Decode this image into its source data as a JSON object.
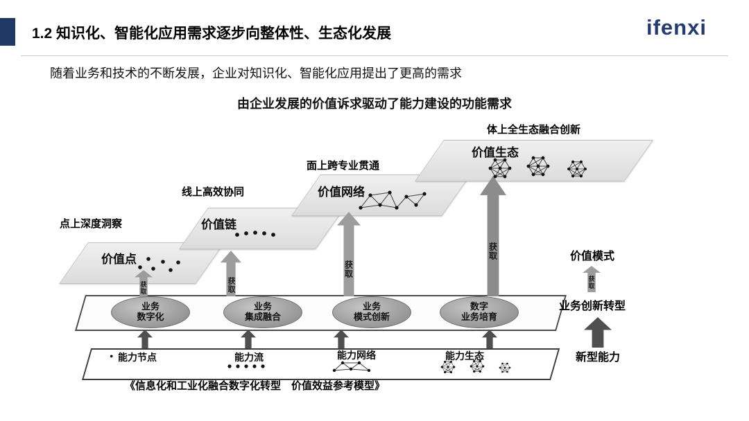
{
  "slide": {
    "title": "1.2 知识化、智能化应用需求逐步向整体性、生态化发展",
    "logo_text": "ifenxi",
    "subtitle": "随着业务和技术的不断发展，企业对知识化、智能化应用提出了更高的需求",
    "lead": "由企业发展的价值诉求驱动了能力建设的功能需求",
    "caption": "《信息化和工业化融合数字化转型　价值效益参考模型》"
  },
  "diagram": {
    "acquire_label": "获取",
    "steps": [
      {
        "label": "价值点",
        "annotation": "点上深度洞察"
      },
      {
        "label": "价值链",
        "annotation": "线上高效协同"
      },
      {
        "label": "价值网络",
        "annotation": "面上跨专业贯通"
      },
      {
        "label": "价值生态",
        "annotation": "体上全生态融合创新"
      }
    ],
    "business_band": [
      {
        "line1": "业务",
        "line2": "数字化"
      },
      {
        "line1": "业务",
        "line2": "集成融合"
      },
      {
        "line1": "业务",
        "line2": "模式创新"
      },
      {
        "line1": "数字",
        "line2": "业务培育"
      }
    ],
    "capability_strip": [
      {
        "label": "能力节点"
      },
      {
        "label": "能力流"
      },
      {
        "label": "能力网络"
      },
      {
        "label": "能力生态"
      }
    ],
    "right_column": {
      "value_mode": "价值模式",
      "transform": "业务创新转型",
      "new_capability": "新型能力"
    },
    "icons": {
      "value_point": "scatter-dots-icon",
      "value_chain": "dot-row-icon",
      "value_network": "network-mesh-icon",
      "value_ecosystem": "cluster-mesh-icon",
      "capability_node": "dot-icon",
      "capability_flow": "dot-row-icon",
      "capability_network": "network-mesh-icon",
      "capability_ecosystem": "cluster-mesh-icon",
      "acquire_arrows": "up-block-arrow-icon"
    },
    "colors": {
      "accent_navy": "#1f3864",
      "tile_gray": "#e8e8e8",
      "arrow_gray": "#9c9c9c",
      "dark_arrow_gray": "#4f4f4f"
    }
  }
}
